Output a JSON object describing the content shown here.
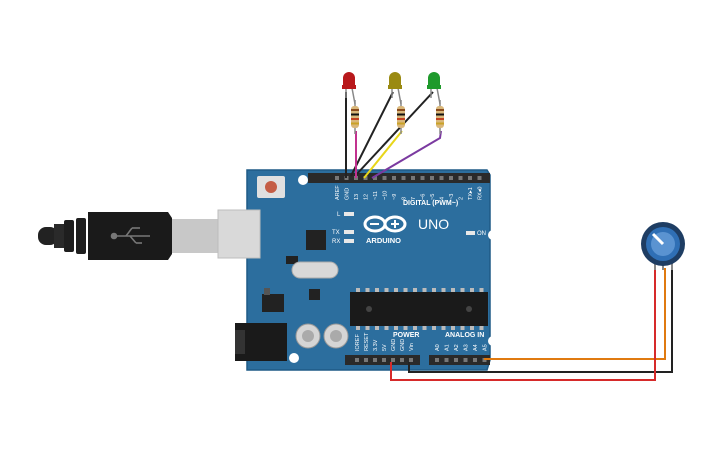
{
  "board": {
    "brand": "ARDUINO",
    "model": "UNO",
    "digital_header_label": "DIGITAL (PWM~)",
    "power_label": "POWER",
    "analog_label": "ANALOG IN",
    "led_l": "L",
    "led_tx": "TX",
    "led_rx": "RX",
    "on_label": "ON",
    "digital_pins": [
      "AREF",
      "GND",
      "13",
      "12",
      "~11",
      "~10",
      "~9",
      "8",
      "7",
      "~6",
      "~5",
      "4",
      "~3",
      "2",
      "TX▸1",
      "RX◂0"
    ],
    "power_pins": [
      "IOREF",
      "RESET",
      "3.3V",
      "5V",
      "GND",
      "GND",
      "Vin"
    ],
    "analog_pins": [
      "A0",
      "A1",
      "A2",
      "A3",
      "A4",
      "A5"
    ]
  },
  "components": {
    "leds": [
      {
        "name": "red-led",
        "color": "#b8191c"
      },
      {
        "name": "yellow-led",
        "color": "#9a8a12"
      },
      {
        "name": "green-led",
        "color": "#1f9a2c"
      }
    ],
    "potentiometer_color": "#2f6fb5",
    "usb_cable_color": "#1e1e1e"
  },
  "colors": {
    "board": "#2c6e9e",
    "board_edge": "#1f5a85",
    "header": "#2a2a2a",
    "wire_black": "#222222",
    "wire_magenta": "#c2328f",
    "wire_yellow": "#e8d61a",
    "wire_purple": "#7b3aa0",
    "wire_red": "#d62a2a",
    "wire_orange": "#e07a10"
  }
}
